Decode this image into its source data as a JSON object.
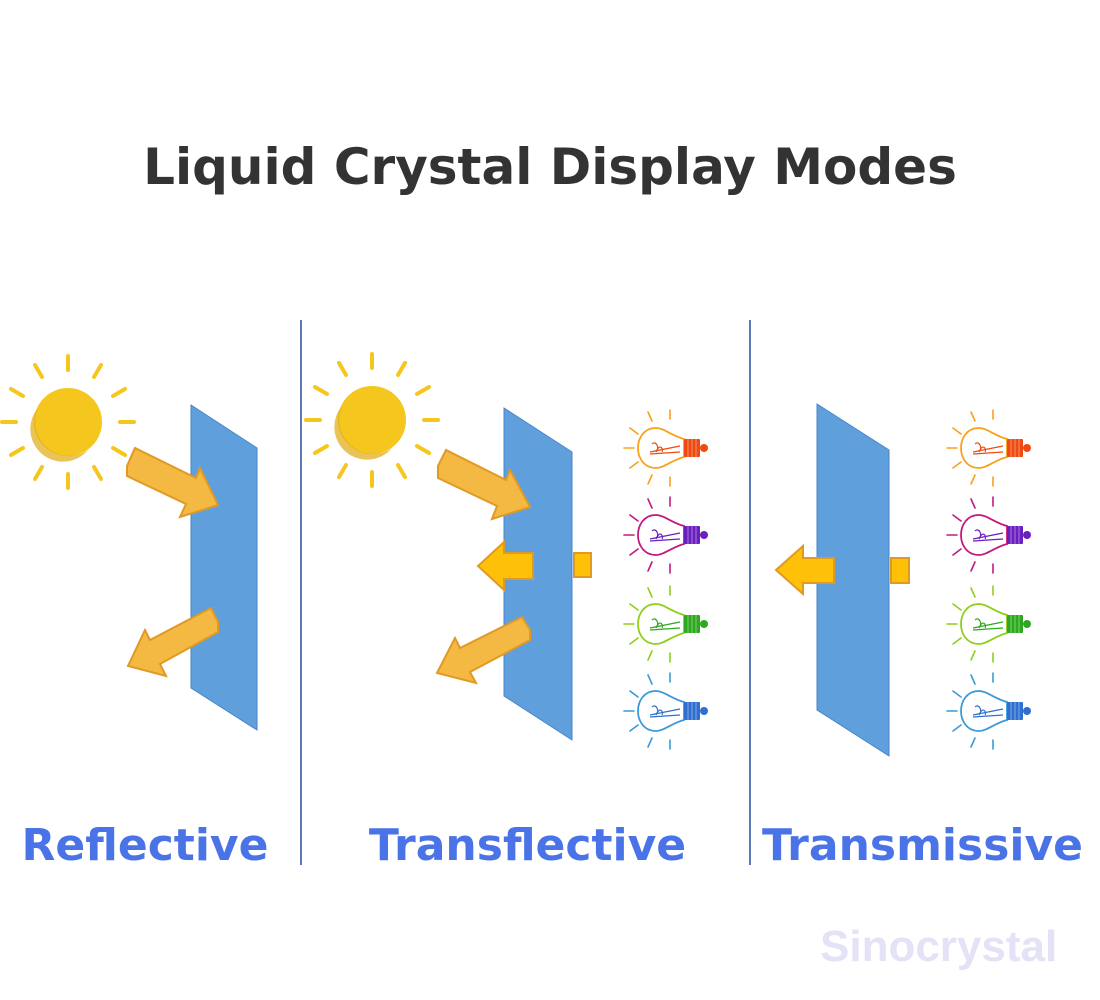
{
  "title": "Liquid Crystal Display Modes",
  "modes": [
    {
      "label": "Reflective"
    },
    {
      "label": "Transflective"
    },
    {
      "label": "Transmissive"
    }
  ],
  "watermark": "Sinocrystal",
  "colors": {
    "title": "#333333",
    "label": "#4a73e8",
    "panel": "#5f9fdc",
    "sun": "#f5c71e",
    "arrow": "#f4b942",
    "watermark": "#e3e2f6"
  },
  "bulb_colors": [
    "#f7a21b",
    "#c2197f",
    "#8fcf1a",
    "#3b9ad9"
  ],
  "bulb_base_colors": [
    "#ef4a10",
    "#6a1fbf",
    "#2ea81e",
    "#2f6fd0"
  ]
}
